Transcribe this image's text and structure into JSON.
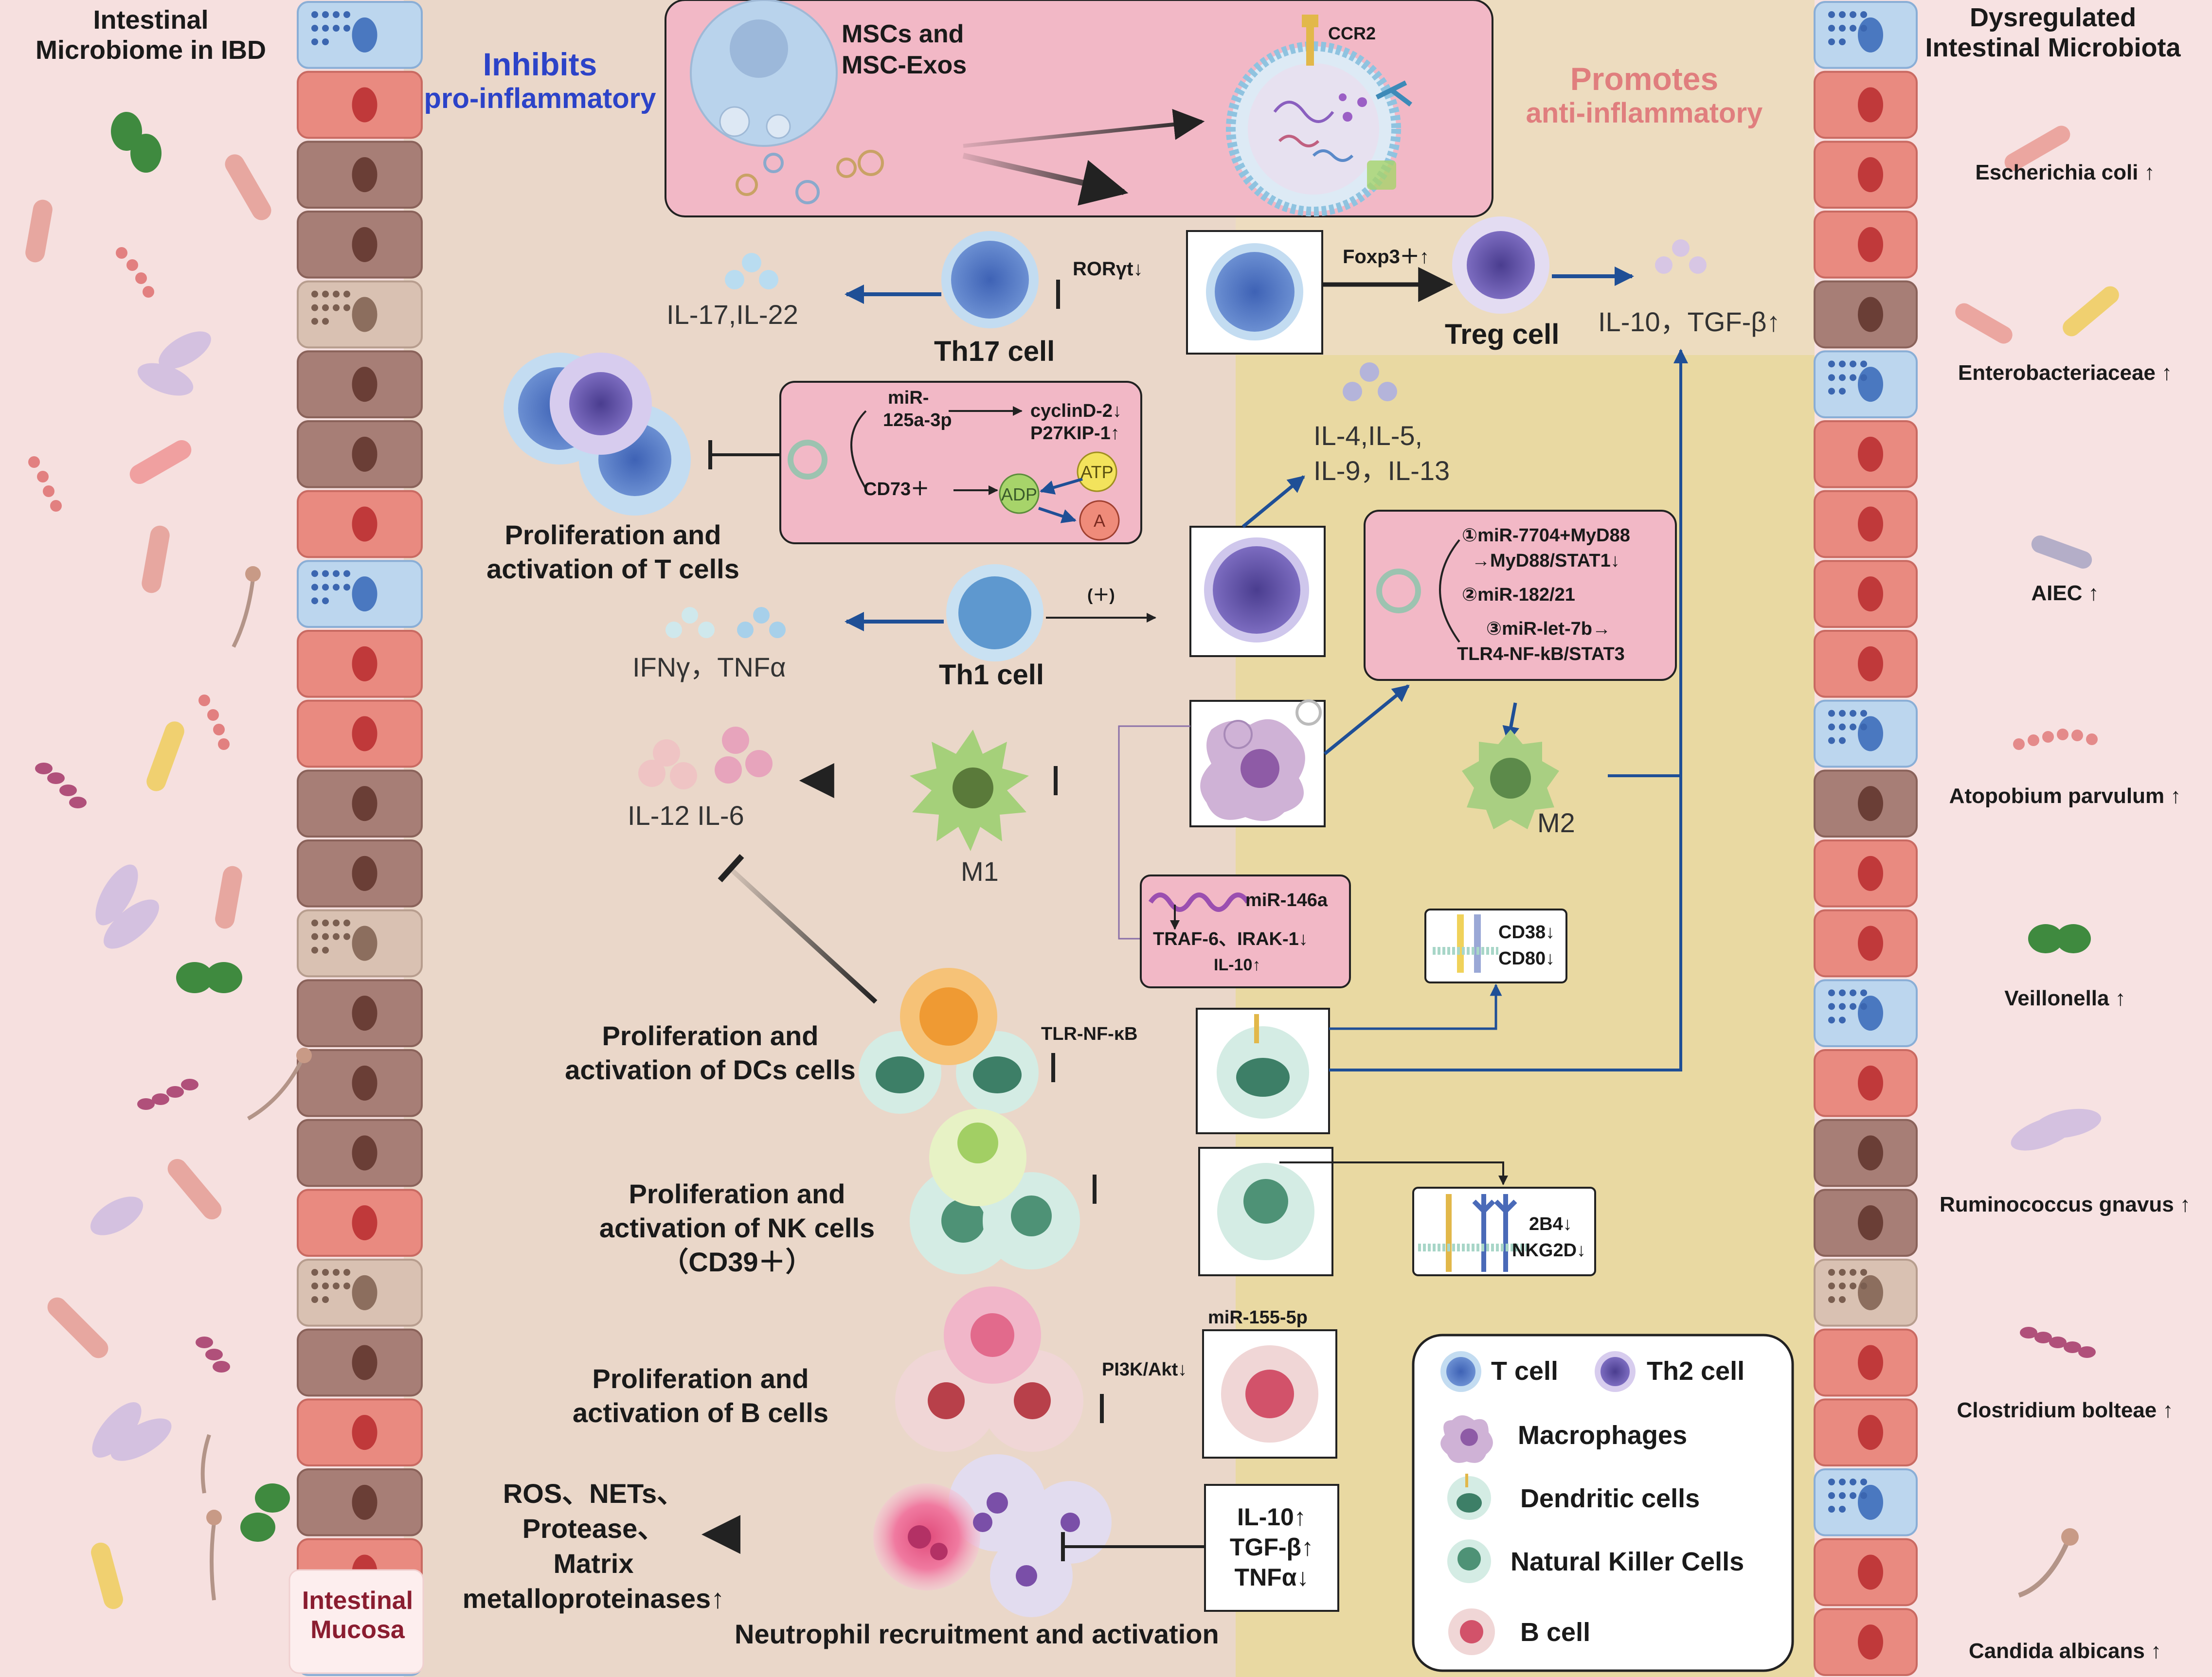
{
  "titles": {
    "left_title_1": "Intestinal",
    "left_title_2": "Microbiome in IBD",
    "right_title_1": "Dysregulated",
    "right_title_2": "Intestinal Microbiota",
    "mucosa_1": "Intestinal",
    "mucosa_2": "Mucosa"
  },
  "header": {
    "inhibits_1": "Inhibits",
    "inhibits_2": "pro-inflammatory",
    "promotes_1": "Promotes",
    "promotes_2": "anti-inflammatory",
    "msc_1": "MSCs and",
    "msc_2": "MSC-Exos",
    "ccr2": "CCR2"
  },
  "cells": {
    "th17": "Th17 cell",
    "treg": "Treg cell",
    "th1": "Th1 cell",
    "m1": "M1",
    "m2": "M2"
  },
  "labels": {
    "rorgt": "RORγt↓",
    "foxp3": "Foxp3＋↑",
    "il17": "IL-17,IL-22",
    "il10_tgf": "IL-10，TGF-β↑",
    "il4_1": "IL-4,IL-5,",
    "il4_2": "IL-9，IL-13",
    "plus": "(＋)",
    "ifn": "IFNγ，TNFα",
    "il12": "IL-12 IL-6",
    "tlr_nfkb": "TLR-NF-κB",
    "pi3k": "PI3K/Akt↓",
    "mir155": "miR-155-5p"
  },
  "boxes": {
    "tcell": {
      "mir125_1": "miR-",
      "mir125_2": "125a-3p",
      "cyclin": "cyclinD-2↓",
      "p27": "P27KIP-1↑",
      "cd73": "CD73＋",
      "atp": "ATP",
      "adp": "ADP",
      "a": "A"
    },
    "macro": {
      "line1": "①miR-7704+MyD88",
      "line2": "→MyD88/STAT1↓",
      "line3": "②miR-182/21",
      "line4": "③miR-let-7b→",
      "line5": "TLR4-NF-kB/STAT3"
    },
    "mir146": {
      "line1": "miR-146a",
      "line2": "TRAF-6、IRAK-1↓",
      "line3": "IL-10↑"
    },
    "cd38": {
      "line1": "CD38↓",
      "line2": "CD80↓"
    },
    "nk": {
      "line1": "2B4↓",
      "line2": "NKG2D↓"
    },
    "neut": {
      "line1": "IL-10↑",
      "line2": "TGF-β↑",
      "line3": "TNFα↓"
    }
  },
  "left_labels": {
    "tcells_1": "Proliferation and",
    "tcells_2": "activation of T cells",
    "dcs_1": "Proliferation and",
    "dcs_2": "activation of DCs cells",
    "nk_1": "Proliferation and",
    "nk_2": "activation of NK cells",
    "nk_3": "（CD39＋）",
    "b_1": "Proliferation and",
    "b_2": "activation of B cells",
    "ros_1": "ROS、NETs、",
    "ros_2": "Protease、",
    "ros_3": "Matrix",
    "ros_4": "metalloproteinases↑",
    "neut_recruit": "Neutrophil recruitment and activation"
  },
  "legend": [
    {
      "label": "T cell",
      "icon": "t-cell-icon",
      "color": "#7fa6d9"
    },
    {
      "label": "Th2 cell",
      "icon": "th2-cell-icon",
      "color": "#8b82c4"
    },
    {
      "label": "Macrophages",
      "icon": "macrophage-icon",
      "color": "#c8a3cf"
    },
    {
      "label": "Dendritic cells",
      "icon": "dendritic-cell-icon",
      "color": "#b5dcd0"
    },
    {
      "label": "Natural Killer Cells",
      "icon": "nk-cell-icon",
      "color": "#a7d1c0"
    },
    {
      "label": "B cell",
      "icon": "b-cell-icon",
      "color": "#e8b5b5"
    }
  ],
  "microbiota": [
    "Escherichia coli ↑",
    "Enterobacteriaceae ↑",
    "AIEC ↑",
    "Atopobium parvulum ↑",
    "Veillonella ↑",
    "Ruminococcus gnavus ↑",
    "Clostridium bolteae ↑",
    "Candida albicans ↑"
  ],
  "colors": {
    "background": "#ead7c9",
    "right_panel": "#ead9a4",
    "pink_box": "#f2b8c6",
    "arrow_blue": "#1f4f96",
    "inhibits": "#2c43c8",
    "promotes": "#e07e7e"
  }
}
